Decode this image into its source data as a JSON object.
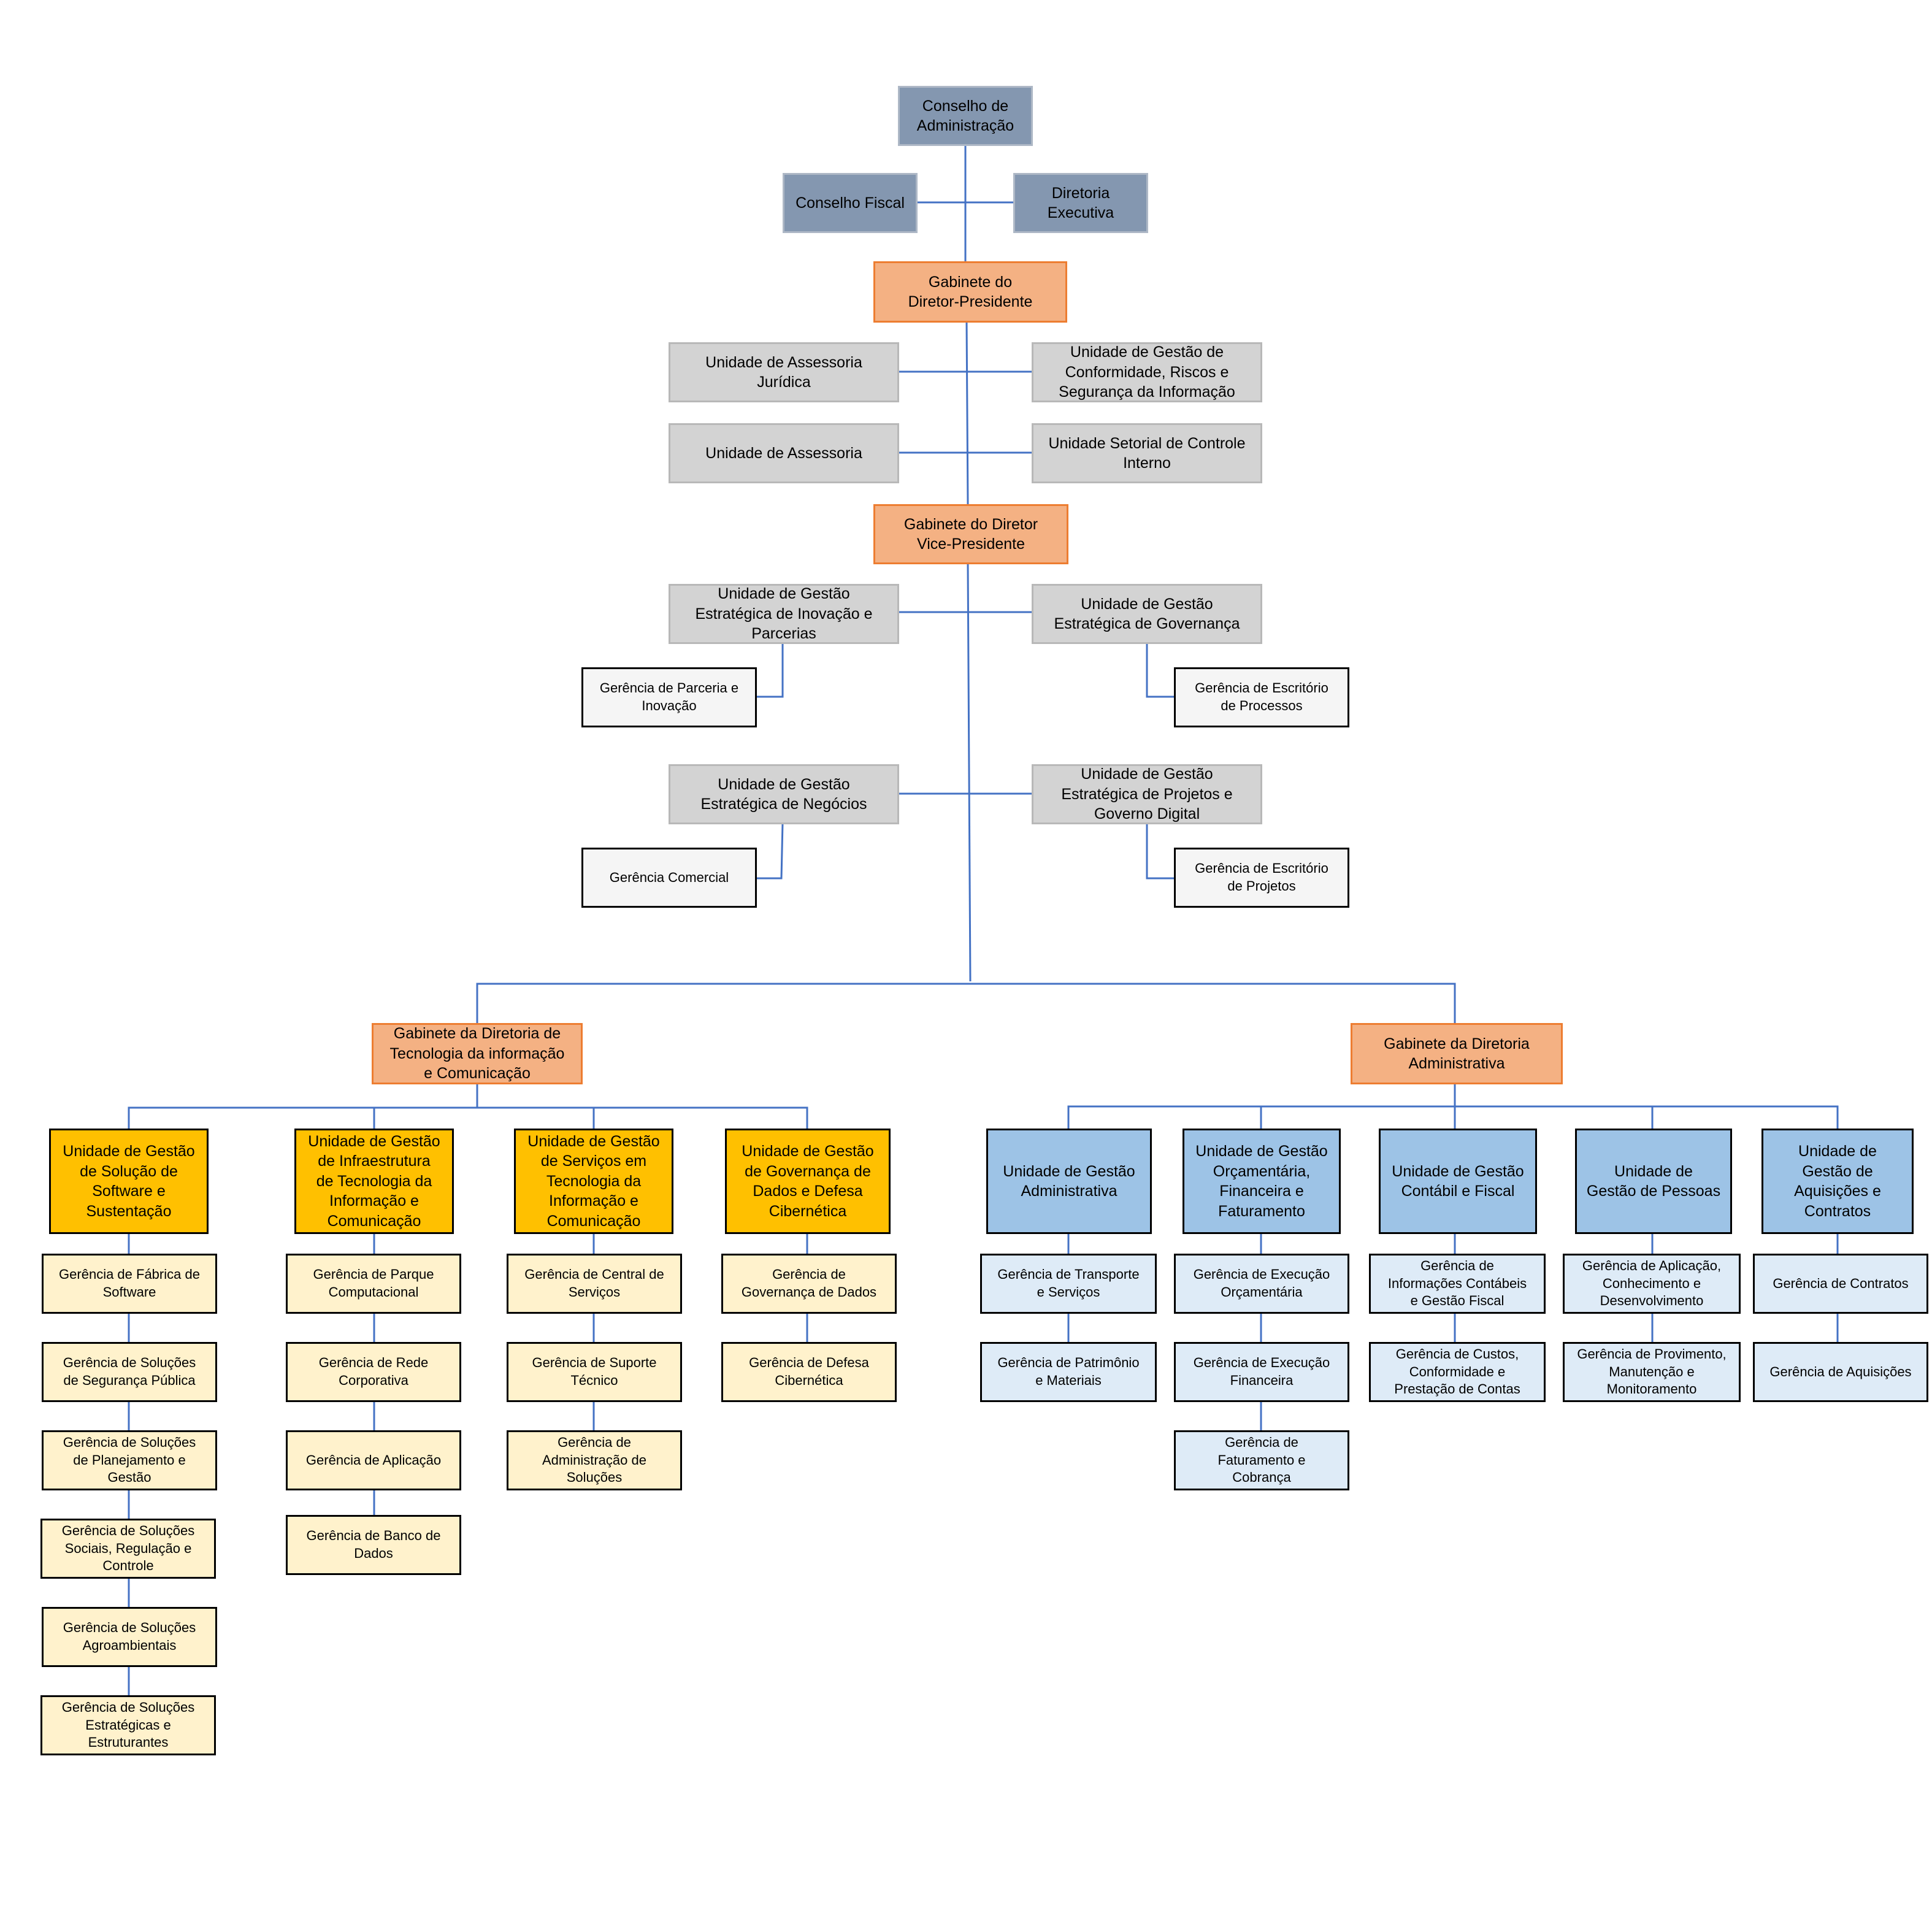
{
  "org": {
    "conselho_admin": "Conselho de\nAdministração",
    "conselho_fiscal": "Conselho Fiscal",
    "diretoria_executiva": "Diretoria\nExecutiva",
    "gab_presidente": "Gabinete do\nDiretor-Presidente",
    "un_assessoria_juridica": "Unidade de Assessoria\nJurídica",
    "un_conformidade": "Unidade de Gestão de\nConformidade, Riscos e\nSegurança da Informação",
    "un_assessoria": "Unidade de Assessoria",
    "un_controle_interno": "Unidade Setorial de Controle\nInterno",
    "gab_vice": "Gabinete do Diretor\nVice-Presidente",
    "un_inovacao": "Unidade de Gestão\nEstratégica de Inovação e\nParcerias",
    "un_governanca": "Unidade de Gestão\nEstratégica de Governança",
    "ger_parceria": "Gerência de Parceria e\nInovação",
    "ger_processos": "Gerência de Escritório\nde Processos",
    "un_negocios": "Unidade de Gestão\nEstratégica de Negócios",
    "un_projetos": "Unidade de Gestão\nEstratégica de Projetos e\nGoverno Digital",
    "ger_comercial": "Gerência Comercial",
    "ger_projetos": "Gerência de Escritório\nde Projetos",
    "gab_ti": "Gabinete da Diretoria de\nTecnologia da informação\ne Comunicação",
    "gab_adm": "Gabinete da Diretoria\nAdministrativa",
    "ti_software": "Unidade de Gestão\nde Solução de\nSoftware e\nSustentação",
    "ti_infra": "Unidade de Gestão\nde Infraestrutura\nde Tecnologia da\nInformação e\nComunicação",
    "ti_servicos": "Unidade de Gestão\nde Serviços em\nTecnologia da\nInformação e\nComunicação",
    "ti_dados": "Unidade de Gestão\nde Governança de\nDados e Defesa\nCibernética",
    "g_fabrica": "Gerência de Fábrica de\nSoftware",
    "g_seg_publica": "Gerência de Soluções\nde Segurança Pública",
    "g_planejamento": "Gerência de Soluções\nde Planejamento e\nGestão",
    "g_sociais": "Gerência de Soluções\nSociais, Regulação e\nControle",
    "g_agro": "Gerência de Soluções\nAgroambientais",
    "g_estrategicas": "Gerência de Soluções\nEstratégicas e\nEstruturantes",
    "g_parque": "Gerência de Parque\nComputacional",
    "g_rede": "Gerência de Rede\nCorporativa",
    "g_aplicacao": "Gerência de Aplicação",
    "g_banco": "Gerência de Banco de\nDados",
    "g_central": "Gerência de Central de\nServiços",
    "g_suporte": "Gerência de Suporte\nTécnico",
    "g_adm_solucoes": "Gerência de\nAdministração de\nSoluções",
    "g_gov_dados": "Gerência de\nGovernança de Dados",
    "g_defesa": "Gerência de Defesa\nCibernética",
    "adm_admin": "Unidade de Gestão\nAdministrativa",
    "adm_orcamentaria": "Unidade de Gestão\nOrçamentária,\nFinanceira e\nFaturamento",
    "adm_contabil": "Unidade de Gestão\nContábil e Fiscal",
    "adm_pessoas": "Unidade de\nGestão de Pessoas",
    "adm_aquisicoes": "Unidade de\nGestão de\nAquisições e\nContratos",
    "g_transporte": "Gerência de Transporte\ne Serviços",
    "g_patrimonio": "Gerência de Patrimônio\ne Materiais",
    "g_exec_orc": "Gerência de Execução\nOrçamentária",
    "g_exec_fin": "Gerência de Execução\nFinanceira",
    "g_faturamento": "Gerência de\nFaturamento e\nCobrança",
    "g_info_contabeis": "Gerência de\nInformações Contábeis\ne Gestão Fiscal",
    "g_custos": "Gerência de Custos,\nConformidade e\nPrestação de Contas",
    "g_aplic_conhec": "Gerência de Aplicação,\nConhecimento e\nDesenvolvimento",
    "g_provimento": "Gerência de Provimento,\nManutenção e\nMonitoramento",
    "g_contratos": "Gerência de Contratos",
    "g_aquisicoes": "Gerência de Aquisições"
  },
  "colors": {
    "connector": "#4472c4",
    "board_fill": "#8497b0",
    "cabinet_fill": "#f4b183",
    "unit_fill": "#d3d3d3",
    "ti_unit_fill": "#ffc000",
    "ti_manager_fill": "#fff2cc",
    "adm_unit_fill": "#9dc3e6",
    "adm_manager_fill": "#deebf7"
  }
}
